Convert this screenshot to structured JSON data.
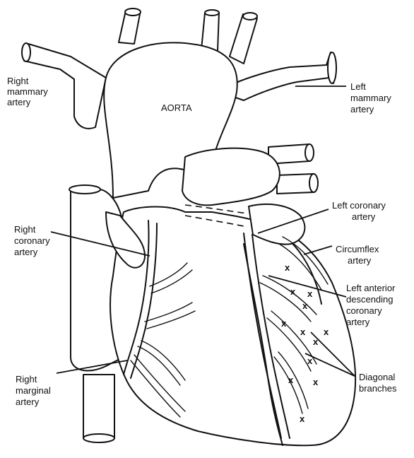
{
  "labels": {
    "aorta": "AORTA",
    "right_mammary": [
      "Right",
      "mammary",
      "artery"
    ],
    "left_mammary": [
      "Left",
      "mammary",
      "artery"
    ],
    "right_coronary": [
      "Right",
      "coronary",
      "artery"
    ],
    "left_coronary": [
      "Left coronary",
      "artery"
    ],
    "circumflex": [
      "Circumflex",
      "artery"
    ],
    "lad": [
      "Left anterior",
      "descending",
      "coronary",
      "artery"
    ],
    "right_marginal": [
      "Right",
      "marginal",
      "artery"
    ],
    "diagonal": [
      "Diagonal",
      "branches"
    ]
  },
  "marker": "x",
  "marker_count": 12
}
